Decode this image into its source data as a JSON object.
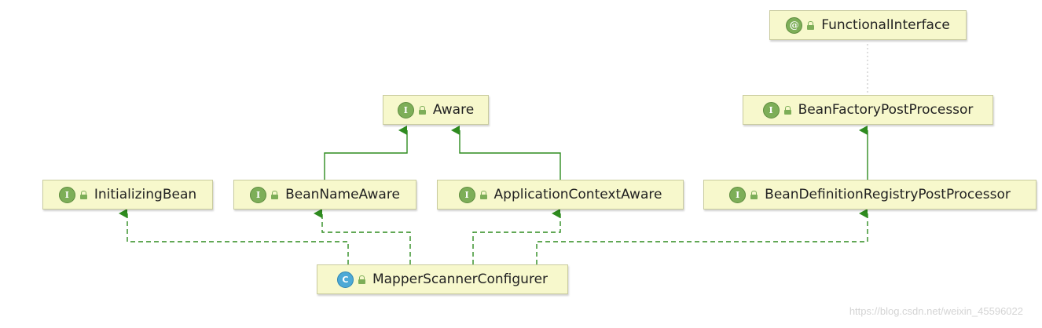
{
  "nodes": {
    "functional_interface": {
      "badge": "@",
      "kind": "annotation",
      "label": "FunctionalInterface"
    },
    "aware": {
      "badge": "I",
      "kind": "interface",
      "label": "Aware"
    },
    "bean_factory_post_processor": {
      "badge": "I",
      "kind": "interface",
      "label": "BeanFactoryPostProcessor"
    },
    "initializing_bean": {
      "badge": "I",
      "kind": "interface",
      "label": "InitializingBean"
    },
    "bean_name_aware": {
      "badge": "I",
      "kind": "interface",
      "label": "BeanNameAware"
    },
    "application_context_aware": {
      "badge": "I",
      "kind": "interface",
      "label": "ApplicationContextAware"
    },
    "bean_definition_registry_post_processor": {
      "badge": "I",
      "kind": "interface",
      "label": "BeanDefinitionRegistryPostProcessor"
    },
    "mapper_scanner_configurer": {
      "badge": "C",
      "kind": "class",
      "label": "MapperScannerConfigurer"
    }
  },
  "edges": [
    {
      "from": "bean_name_aware",
      "to": "aware",
      "relation": "extends"
    },
    {
      "from": "application_context_aware",
      "to": "aware",
      "relation": "extends"
    },
    {
      "from": "bean_definition_registry_post_processor",
      "to": "bean_factory_post_processor",
      "relation": "extends"
    },
    {
      "from": "bean_factory_post_processor",
      "to": "functional_interface",
      "relation": "annotated"
    },
    {
      "from": "mapper_scanner_configurer",
      "to": "initializing_bean",
      "relation": "implements"
    },
    {
      "from": "mapper_scanner_configurer",
      "to": "bean_name_aware",
      "relation": "implements"
    },
    {
      "from": "mapper_scanner_configurer",
      "to": "application_context_aware",
      "relation": "implements"
    },
    {
      "from": "mapper_scanner_configurer",
      "to": "bean_definition_registry_post_processor",
      "relation": "implements"
    }
  ],
  "colors": {
    "node_fill": "#f7f8cc",
    "edge_green": "#2e8b1f",
    "annotation_link": "#c8c8c8"
  },
  "watermark": "https://blog.csdn.net/weixin_45596022"
}
